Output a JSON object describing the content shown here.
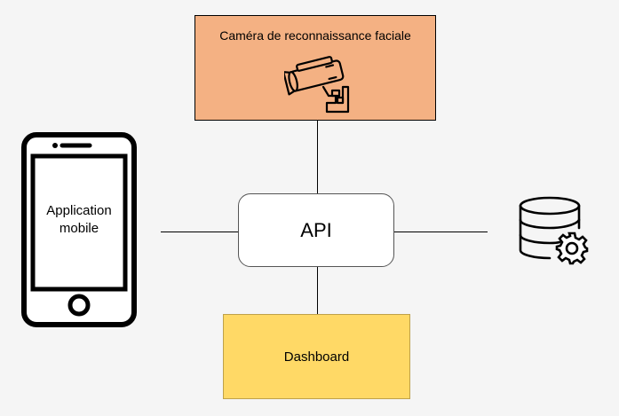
{
  "nodes": {
    "camera": {
      "label": "Caméra de reconnaissance faciale",
      "icon": "security-camera-icon"
    },
    "api": {
      "label": "API"
    },
    "dashboard": {
      "label": "Dashboard"
    },
    "mobile": {
      "label": "Application mobile",
      "icon": "smartphone-icon"
    },
    "database": {
      "icon": "database-settings-icon"
    }
  },
  "colors": {
    "camera_fill": "#f4b183",
    "dashboard_fill": "#ffd966",
    "api_fill": "#ffffff",
    "background": "#f5f5f5"
  },
  "edges": [
    {
      "from": "camera",
      "to": "api"
    },
    {
      "from": "api",
      "to": "dashboard"
    },
    {
      "from": "mobile",
      "to": "api"
    },
    {
      "from": "api",
      "to": "database"
    }
  ]
}
